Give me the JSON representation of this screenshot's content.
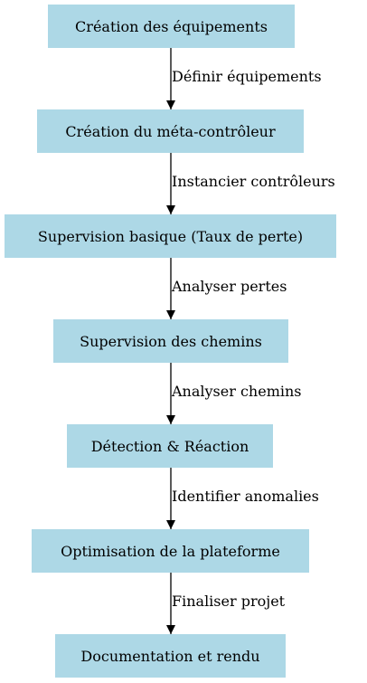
{
  "nodes": [
    {
      "label": "Création des équipements"
    },
    {
      "label": "Création du méta-contrôleur"
    },
    {
      "label": "Supervision basique (Taux de perte)"
    },
    {
      "label": "Supervision des chemins"
    },
    {
      "label": "Détection & Réaction"
    },
    {
      "label": "Optimisation de la plateforme"
    },
    {
      "label": "Documentation et rendu"
    }
  ],
  "edges": [
    {
      "label": "Définir équipements"
    },
    {
      "label": "Instancier contrôleurs"
    },
    {
      "label": "Analyser pertes"
    },
    {
      "label": "Analyser chemins"
    },
    {
      "label": "Identifier anomalies"
    },
    {
      "label": "Finaliser projet"
    }
  ],
  "colors": {
    "node_fill": "#add8e6",
    "edge": "#000000"
  }
}
